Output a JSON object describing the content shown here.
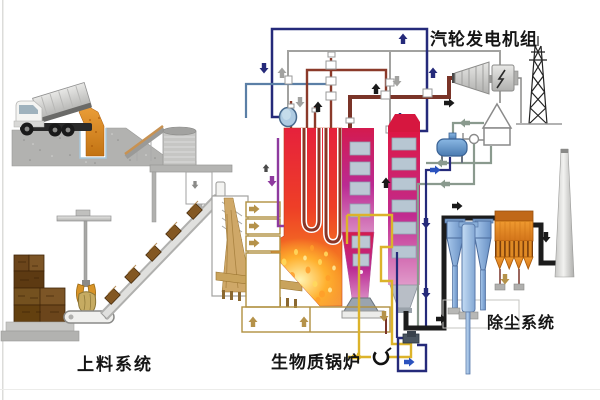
{
  "labels": {
    "turbine_generator_unit": "汽轮发电机组",
    "feeding_system": "上料系统",
    "biomass_boiler": "生物质锅炉",
    "dust_removal_system": "除尘系统"
  },
  "colors": {
    "steam_loop_navy": "#252a7a",
    "steam_pipe_maroon": "#8b3a2a",
    "main_steam_dark_red": "#7a3428",
    "water_pipe_steel_blue": "#5b7fa6",
    "condensate_gray_green": "#8a9a8e",
    "air_pipe_yellow": "#dcb32a",
    "air_duct_tan": "#b5924a",
    "flue_duct_black": "#1c1c1c",
    "furnace_red": "#e6213c",
    "furnace_orange": "#f58220",
    "pass_magenta": "#c02b90",
    "baghouse_orange": "#e8912c",
    "cyclone_blue": "#7fa8d9",
    "purple_pipe": "#8e3a9e",
    "biomass_tan": "#c8a35a",
    "concrete_gray": "#b2b2b0"
  },
  "components": [
    "dump-truck",
    "receiving-pit",
    "infeed-conveyor",
    "storage-silo",
    "bale-stack",
    "grab-crane",
    "bale-conveyor",
    "incline-conveyor",
    "fuel-chute",
    "biomass-boiler-furnace",
    "superheater-u-tubes",
    "convection-pass",
    "economizer-pass",
    "steam-drum",
    "ash-feeder",
    "air-plenum",
    "primary-air-fan",
    "steam-turbine",
    "generator",
    "transmission-tower",
    "cooling-tower",
    "condensate-pump",
    "deaerator-tank",
    "cyclone-separators",
    "baghouse-filter",
    "chimney"
  ]
}
